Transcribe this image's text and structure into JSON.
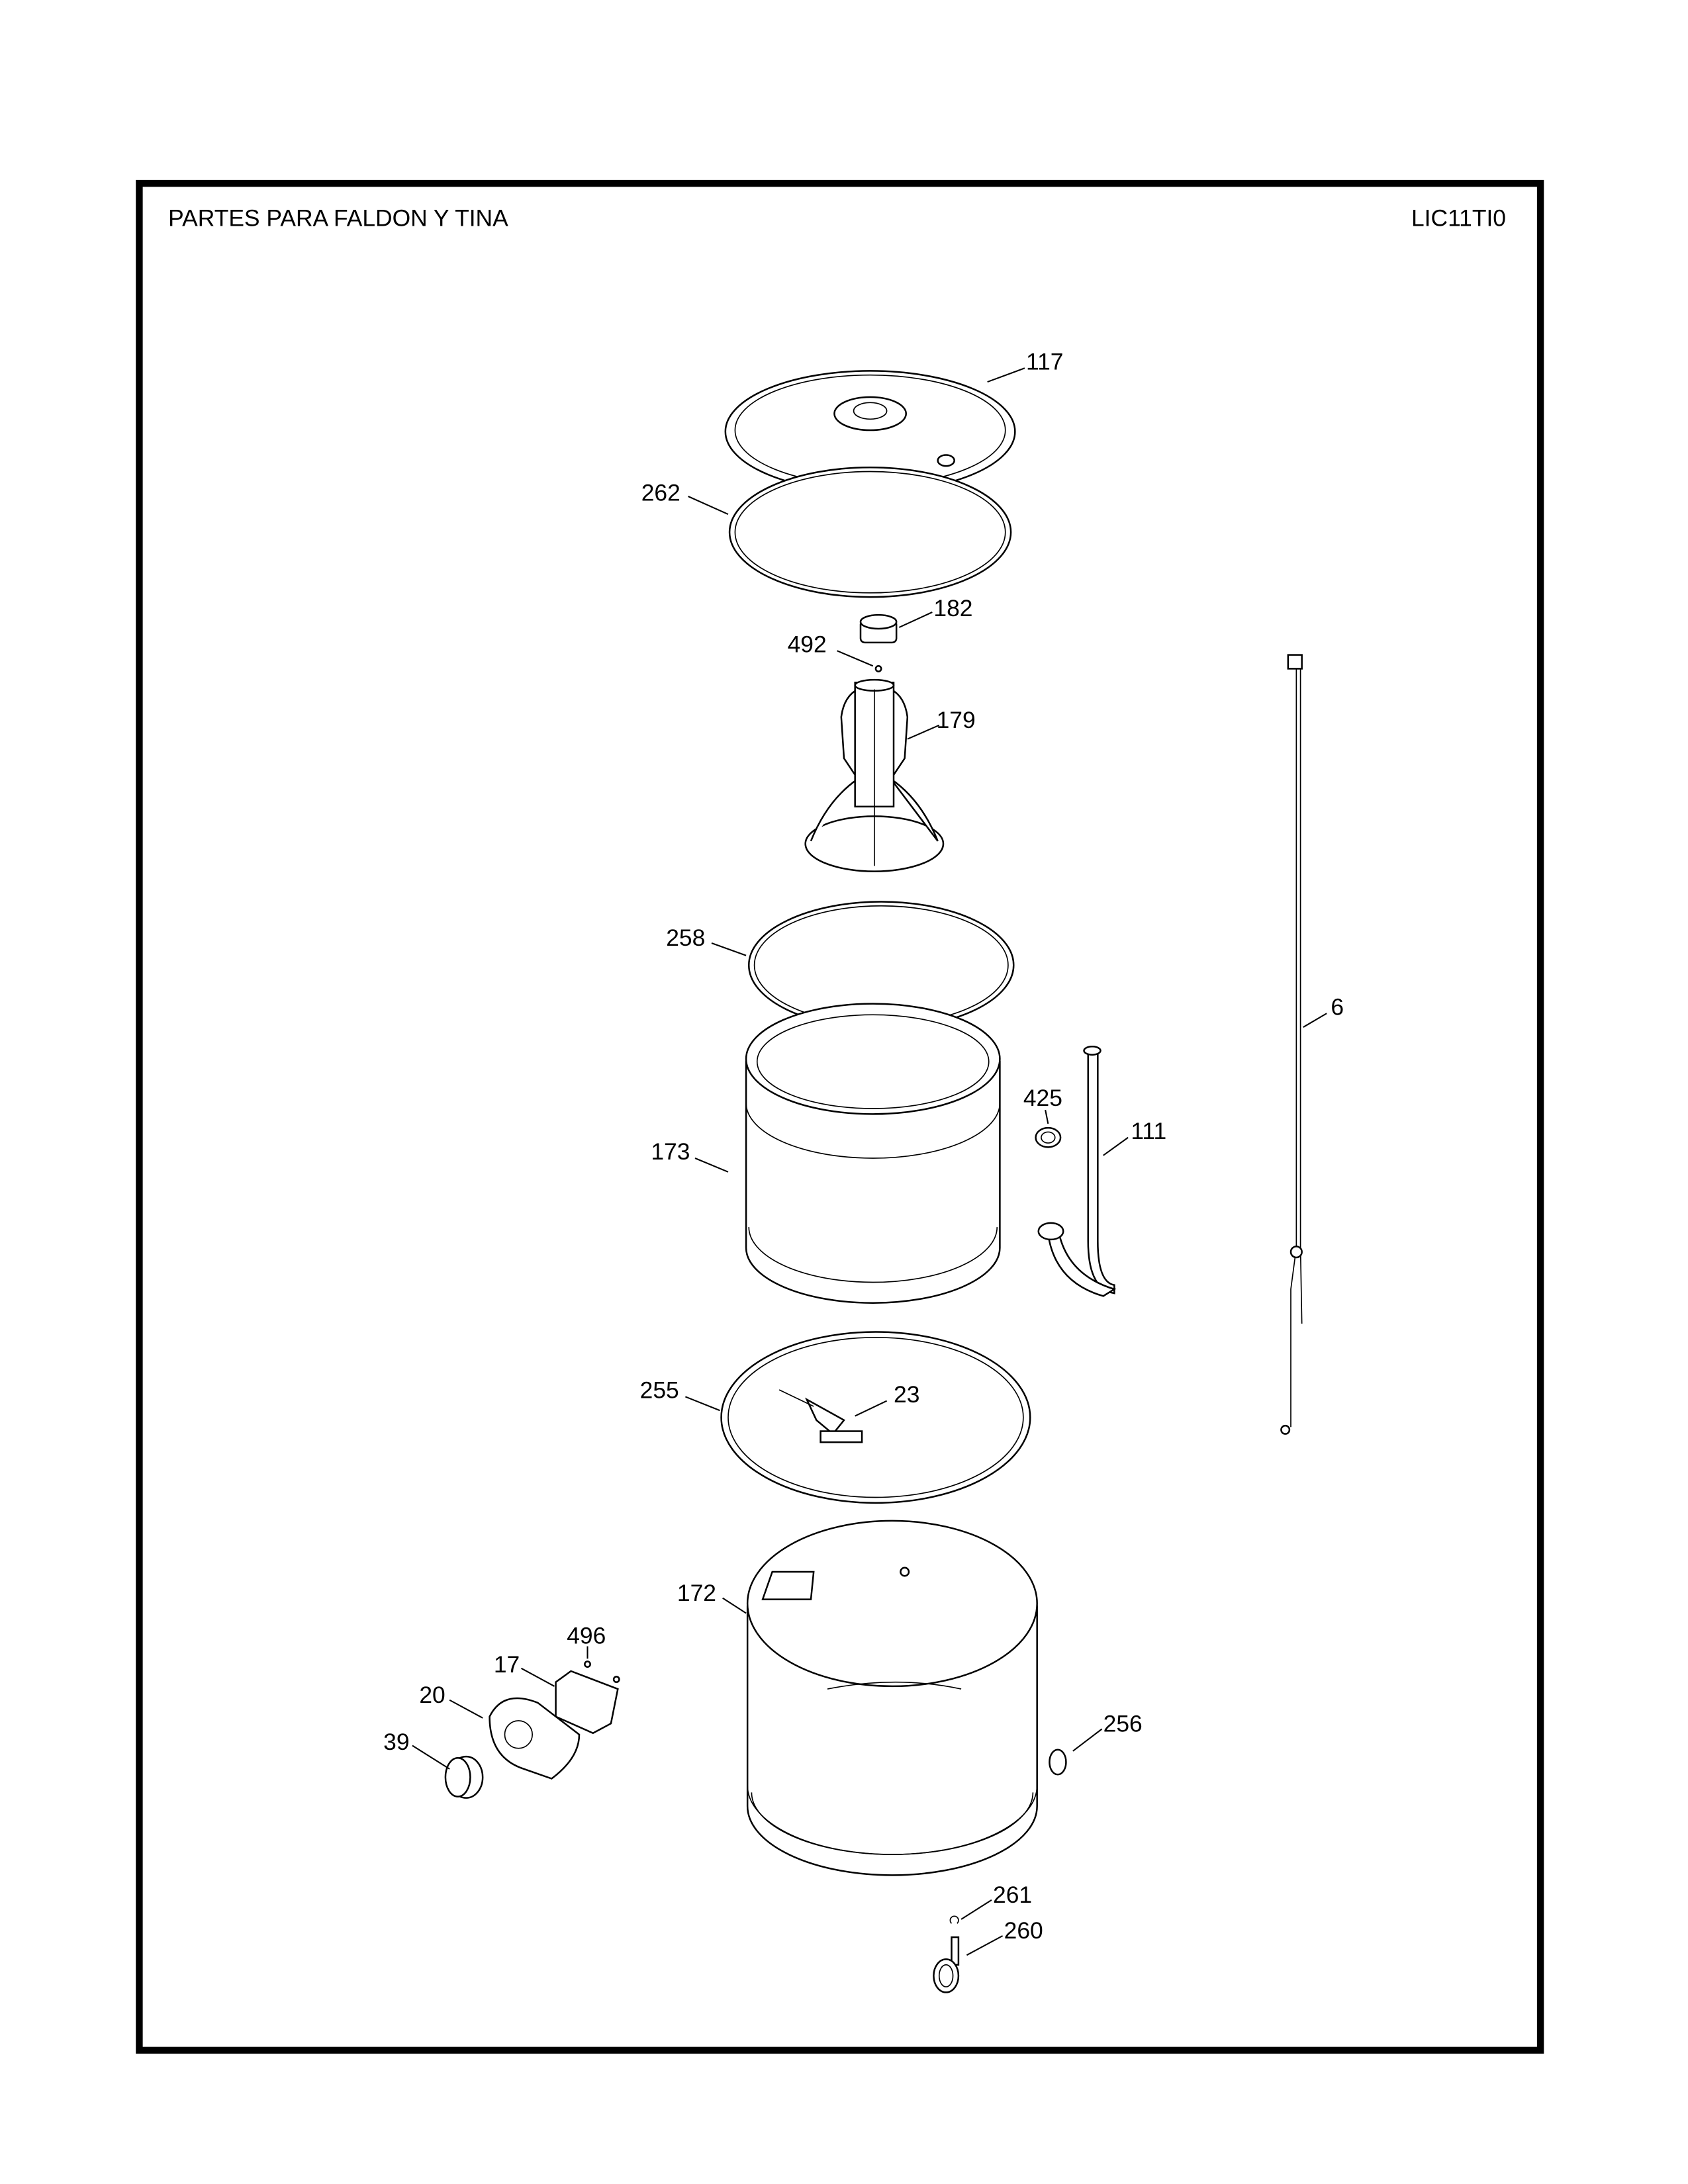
{
  "header": {
    "title": "PARTES PARA FALDON Y TINA",
    "code": "LIC11TI0"
  },
  "parts": {
    "p117": "117",
    "p262": "262",
    "p182": "182",
    "p492": "492",
    "p179": "179",
    "p258": "258",
    "p6": "6",
    "p425": "425",
    "p111": "111",
    "p173": "173",
    "p255": "255",
    "p23": "23",
    "p172": "172",
    "p496": "496",
    "p17": "17",
    "p20": "20",
    "p39": "39",
    "p256": "256",
    "p261": "261",
    "p260": "260"
  }
}
